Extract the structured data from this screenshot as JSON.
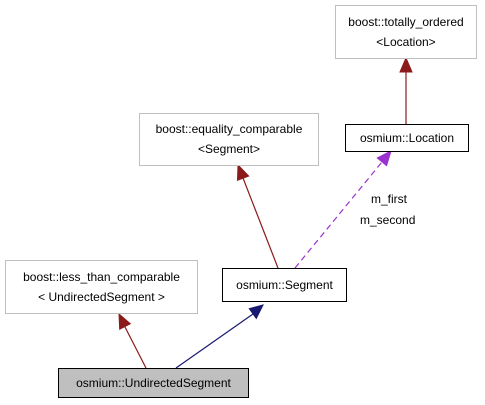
{
  "colors": {
    "inherit_public": "#191970",
    "inherit_other": "#8b1a1a",
    "usage": "#9a32cd",
    "ghost_border": "#bfbfbf",
    "current_fill": "#bfbfbf"
  },
  "nodes": {
    "totally_ordered": {
      "line1": "boost::totally_ordered",
      "line2": "<Location>"
    },
    "equality_comparable": {
      "line1": "boost::equality_comparable",
      "line2": "<Segment>"
    },
    "location": {
      "label": "osmium::Location"
    },
    "less_than_comparable": {
      "line1": "boost::less_than_comparable",
      "line2": "< UndirectedSegment >"
    },
    "segment": {
      "label": "osmium::Segment"
    },
    "undirected_segment": {
      "label": "osmium::UndirectedSegment"
    }
  },
  "edge_labels": {
    "m_first": "m_first",
    "m_second": "m_second"
  }
}
